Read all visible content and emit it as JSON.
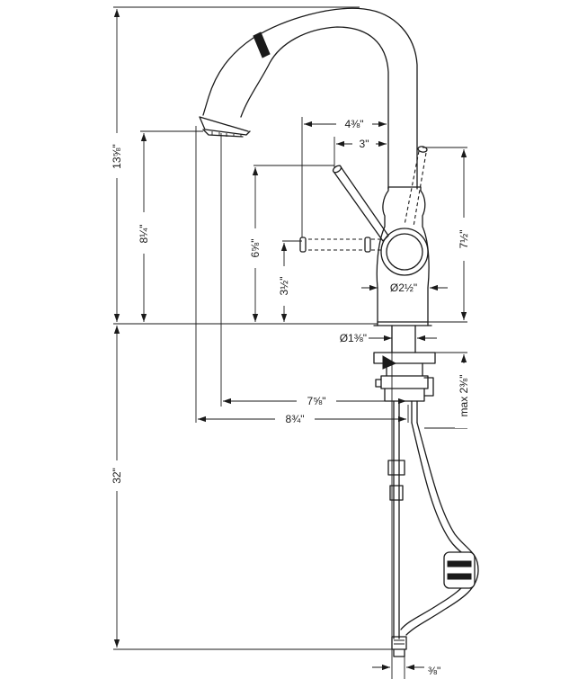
{
  "colors": {
    "ink": "#1a1a1a",
    "background": "#ffffff"
  },
  "dimensions": {
    "overall_height": "13⅝\"",
    "spout_height": "8¼\"",
    "handle_height": "6⅝\"",
    "handle_low_height": "3½\"",
    "body_height": "7½\"",
    "handle_reach": "4⅜\"",
    "handle_offset": "3\"",
    "body_diameter": "Ø2½\"",
    "shank_diameter": "Ø1⅜\"",
    "spout_reach_inner": "7⅝\"",
    "spout_reach": "8¾\"",
    "max_deck": "max 2⅜\"",
    "hose_length": "32\"",
    "connector_size": "⅜\""
  }
}
